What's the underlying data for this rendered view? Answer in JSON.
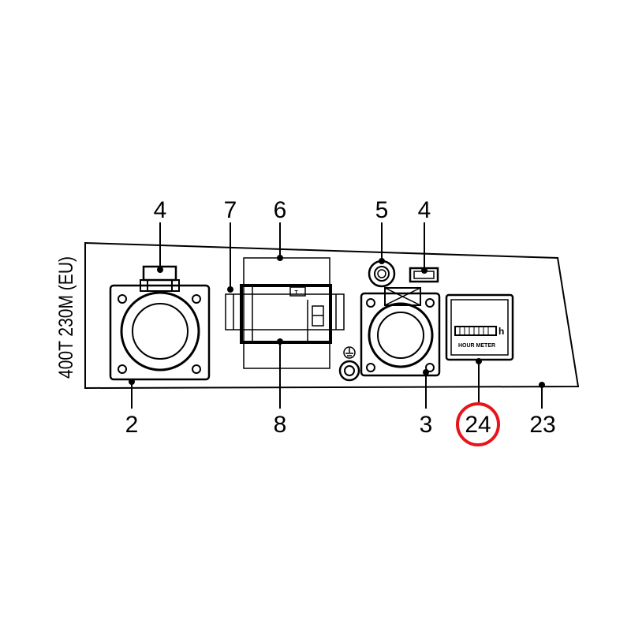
{
  "diagram": {
    "model_label": "400T 230M (EU)",
    "callouts": {
      "c4_left": "4",
      "c7": "7",
      "c6": "6",
      "c5": "5",
      "c4_right": "4",
      "c2": "2",
      "c8": "8",
      "c3": "3",
      "c24": "24",
      "c23": "23"
    },
    "hour_meter": {
      "label": "HOUR METER",
      "unit": "h"
    },
    "breaker_tag": "T",
    "highlight_color": "#e8141b"
  }
}
